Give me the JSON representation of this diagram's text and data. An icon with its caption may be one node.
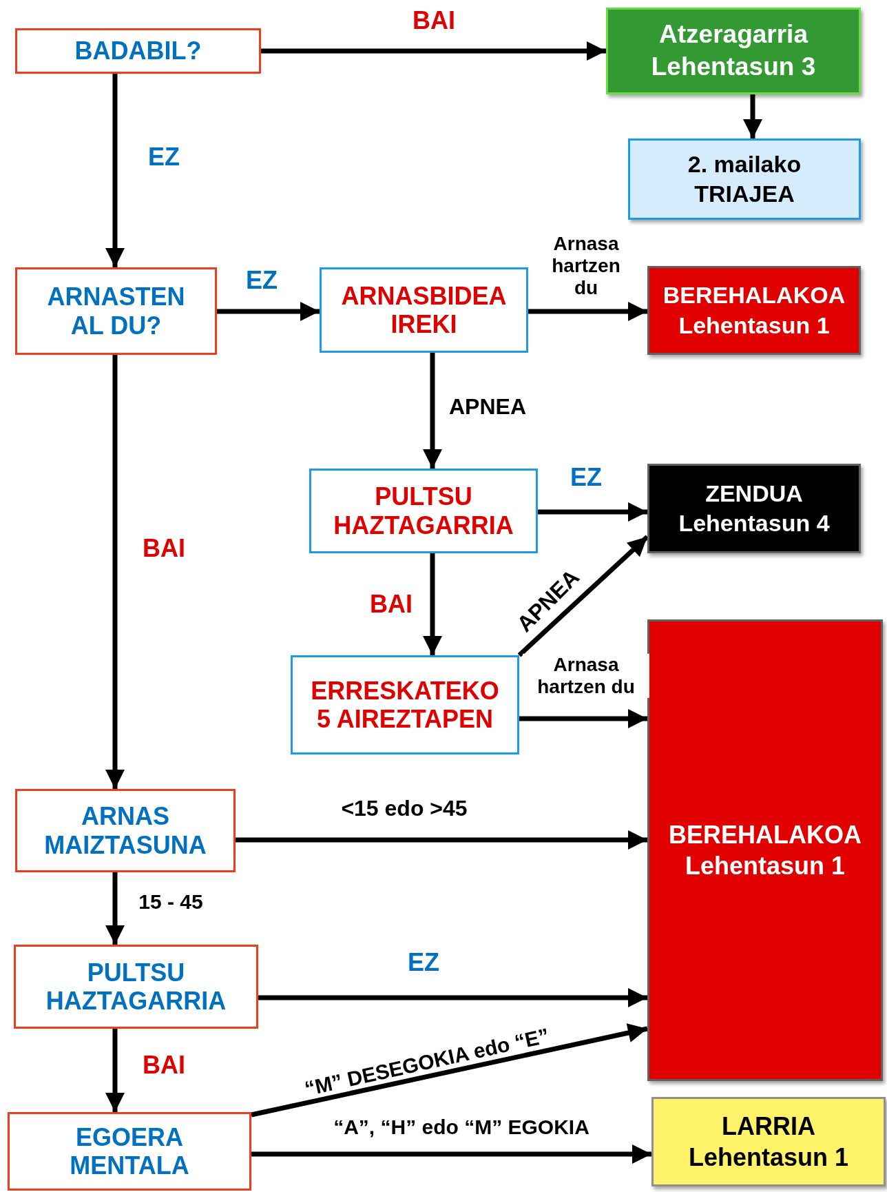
{
  "diagram": {
    "nodes": [
      {
        "text": [
          "BADABIL?"
        ]
      },
      {
        "text": [
          "Atzeragarria",
          "Lehentasun 3"
        ]
      },
      {
        "text": [
          "2. mailako",
          "TRIAJEA"
        ]
      },
      {
        "text": [
          "ARNASTEN AL DU?"
        ]
      },
      {
        "text": [
          "ARNASBIDEA IREKI"
        ]
      },
      {
        "text": [
          "BEREHALAKOA",
          "Lehentasun 1"
        ]
      },
      {
        "text": [
          "PULTSU HAZTAGARRIA"
        ]
      },
      {
        "text": [
          "ZENDUA",
          "Lehentasun 4"
        ]
      },
      {
        "text": [
          "ERRESKATEKO 5 AIREZTAPEN"
        ]
      },
      {
        "text": [
          "BEREHALAKOA",
          "Lehentasun 1"
        ]
      },
      {
        "text": [
          "ARNAS MAIZTASUNA"
        ]
      },
      {
        "text": [
          "PULTSU HAZTAGARRIA"
        ]
      },
      {
        "text": [
          "EGOERA MENTALA"
        ]
      },
      {
        "text": [
          "LARRIA",
          "Lehentasun 1"
        ]
      }
    ],
    "edges": [
      {
        "from": 0,
        "to": 1,
        "arrow": "to",
        "label": "BAI"
      },
      {
        "from": 1,
        "to": 2,
        "arrow": "to"
      },
      {
        "from": 0,
        "to": 3,
        "arrow": "to",
        "label": "EZ"
      },
      {
        "from": 3,
        "to": 4,
        "arrow": "to",
        "label": "EZ"
      },
      {
        "from": 4,
        "to": 5,
        "arrow": "to",
        "label": "Arnasa hartzen du"
      },
      {
        "from": 4,
        "to": 6,
        "arrow": "to",
        "label": "APNEA"
      },
      {
        "from": 6,
        "to": 7,
        "arrow": "to",
        "label": "EZ"
      },
      {
        "from": 6,
        "to": 8,
        "arrow": "to",
        "label": "BAI"
      },
      {
        "from": 8,
        "to": 7,
        "arrow": "to",
        "label": "APNEA"
      },
      {
        "from": 8,
        "to": 9,
        "arrow": "to",
        "label": "Arnasa hartzen du"
      },
      {
        "from": 3,
        "to": 10,
        "arrow": "to",
        "label": "BAI"
      },
      {
        "from": 10,
        "to": 9,
        "arrow": "to",
        "label": "<15 edo >45"
      },
      {
        "from": 10,
        "to": 11,
        "arrow": "to",
        "label": "15 - 45"
      },
      {
        "from": 11,
        "to": 9,
        "arrow": "to",
        "label": "EZ"
      },
      {
        "from": 11,
        "to": 12,
        "arrow": "to",
        "label": "BAI"
      },
      {
        "from": 12,
        "to": 9,
        "arrow": "to",
        "label": "“M” DESEGOKIA edo “E”"
      },
      {
        "from": 12,
        "to": 13,
        "arrow": "to",
        "label": "“A”, “H” edo “M” EGOKIA"
      }
    ]
  }
}
